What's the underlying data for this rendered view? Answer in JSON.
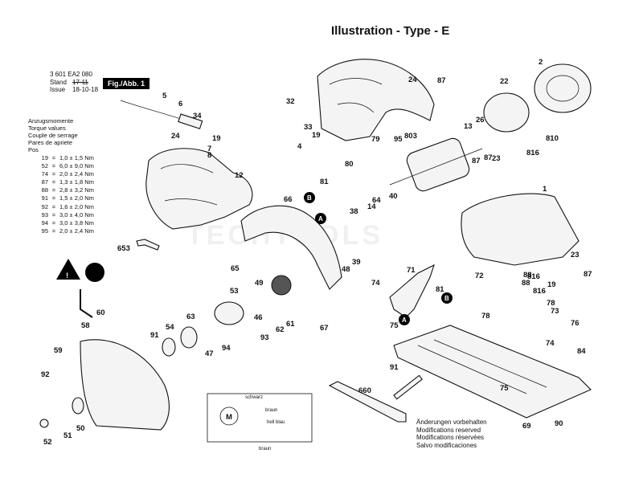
{
  "title": "Illustration - Type - E",
  "meta": {
    "code": "3 601 EA2 080",
    "stand_label": "Stand",
    "stand_value": "17-11",
    "issue_label": "Issue",
    "issue_value": "18-10-18",
    "figure_label": "Fig./Abb. 1"
  },
  "torque": {
    "header": [
      "Anzugsmomente",
      "Torque values",
      "Couple de serrage",
      "Pares de apriete",
      "Pos"
    ],
    "rows": [
      {
        "pos": "19",
        "value": "1,0 ± 1,5 Nm"
      },
      {
        "pos": "52",
        "value": "6,0 ± 9,0 Nm"
      },
      {
        "pos": "74",
        "value": "2,0 ± 2,4 Nm"
      },
      {
        "pos": "87",
        "value": "1,3 ± 1,8 Nm"
      },
      {
        "pos": "88",
        "value": "2,8 ± 3,2 Nm"
      },
      {
        "pos": "91",
        "value": "1,5 ± 2,0 Nm"
      },
      {
        "pos": "92",
        "value": "1,6 ± 2,0 Nm"
      },
      {
        "pos": "93",
        "value": "3,0 ± 4,0 Nm"
      },
      {
        "pos": "94",
        "value": "3,0 ± 3,8 Nm"
      },
      {
        "pos": "95",
        "value": "2,0 ± 2,4 Nm"
      }
    ]
  },
  "notice": [
    "Änderungen vorbehalten",
    "Modifications reserved",
    "Modifications réservées",
    "Salvo modificaciones"
  ],
  "watermark": "TECHTOOLS",
  "wiring": {
    "label_top": "schwarz",
    "label_mid": "braun",
    "label_right": "hell blau",
    "label_bottom": "braun",
    "motor": "M"
  },
  "markers": {
    "a": "A",
    "b": "B"
  },
  "callouts": [
    {
      "n": "2"
    },
    {
      "n": "5"
    },
    {
      "n": "6"
    },
    {
      "n": "7"
    },
    {
      "n": "8"
    },
    {
      "n": "12"
    },
    {
      "n": "13"
    },
    {
      "n": "14"
    },
    {
      "n": "19"
    },
    {
      "n": "22"
    },
    {
      "n": "23"
    },
    {
      "n": "24"
    },
    {
      "n": "26"
    },
    {
      "n": "32"
    },
    {
      "n": "33"
    },
    {
      "n": "34"
    },
    {
      "n": "38"
    },
    {
      "n": "39"
    },
    {
      "n": "40"
    },
    {
      "n": "46"
    },
    {
      "n": "47"
    },
    {
      "n": "48"
    },
    {
      "n": "49"
    },
    {
      "n": "50"
    },
    {
      "n": "51"
    },
    {
      "n": "52"
    },
    {
      "n": "53"
    },
    {
      "n": "54"
    },
    {
      "n": "58"
    },
    {
      "n": "59"
    },
    {
      "n": "60"
    },
    {
      "n": "61"
    },
    {
      "n": "62"
    },
    {
      "n": "63"
    },
    {
      "n": "64"
    },
    {
      "n": "65"
    },
    {
      "n": "66"
    },
    {
      "n": "67"
    },
    {
      "n": "69"
    },
    {
      "n": "71"
    },
    {
      "n": "72"
    },
    {
      "n": "73"
    },
    {
      "n": "74"
    },
    {
      "n": "75"
    },
    {
      "n": "76"
    },
    {
      "n": "78"
    },
    {
      "n": "79"
    },
    {
      "n": "80"
    },
    {
      "n": "81"
    },
    {
      "n": "84"
    },
    {
      "n": "87"
    },
    {
      "n": "88"
    },
    {
      "n": "90"
    },
    {
      "n": "91"
    },
    {
      "n": "92"
    },
    {
      "n": "93"
    },
    {
      "n": "94"
    },
    {
      "n": "95"
    },
    {
      "n": "653"
    },
    {
      "n": "660"
    },
    {
      "n": "803"
    },
    {
      "n": "810"
    },
    {
      "n": "816"
    },
    {
      "n": "24"
    },
    {
      "n": "87"
    },
    {
      "n": "19"
    },
    {
      "n": "4"
    },
    {
      "n": "1"
    },
    {
      "n": "81"
    },
    {
      "n": "91"
    },
    {
      "n": "87"
    },
    {
      "n": "19"
    },
    {
      "n": "23"
    },
    {
      "n": "816"
    },
    {
      "n": "78"
    },
    {
      "n": "75"
    },
    {
      "n": "74"
    },
    {
      "n": "88"
    },
    {
      "n": "816"
    },
    {
      "n": "87"
    }
  ]
}
